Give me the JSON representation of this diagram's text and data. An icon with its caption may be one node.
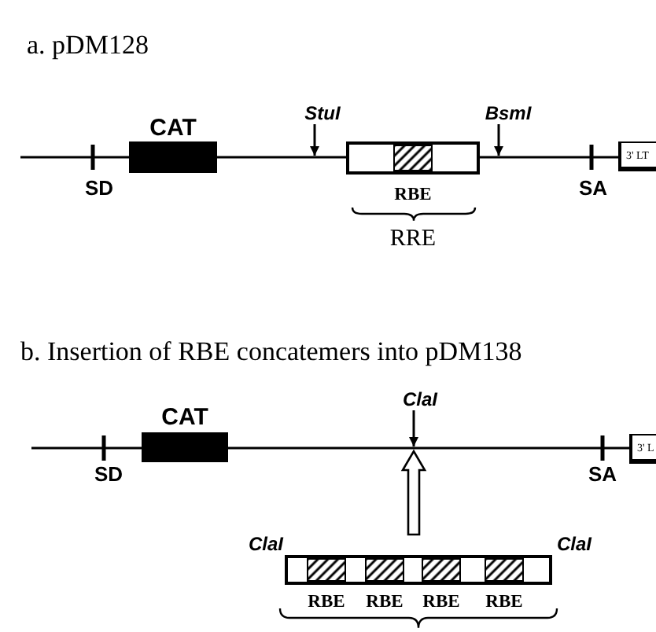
{
  "diagram": {
    "nodes": [
      {
        "text": [
          "CAT"
        ]
      },
      {
        "text": [
          "StuI"
        ]
      },
      {
        "text": [
          "RRE"
        ]
      },
      {
        "text": [
          "RBE"
        ],
        "in": 2
      },
      {
        "text": [
          "BsmI"
        ]
      },
      {
        "text": [
          "3' LT"
        ]
      },
      {
        "text": [
          "CAT"
        ]
      },
      {
        "text": [
          "ClaI"
        ]
      },
      {
        "text": [
          "3' L"
        ]
      },
      {
        "text": [],
        "shape": "box",
        "beside": [
          "ClaI",
          "ClaI"
        ]
      },
      {
        "text": [
          "RBE"
        ],
        "in": 9
      },
      {
        "text": [
          "RBE"
        ],
        "in": 9
      },
      {
        "text": [
          "RBE"
        ],
        "in": 9
      },
      {
        "text": [
          "RBE"
        ],
        "in": 9
      }
    ],
    "edges": [
      {
        "from": null,
        "to": 0,
        "arrow": "none"
      },
      {
        "from": 0,
        "to": 2,
        "arrow": "none"
      },
      {
        "from": 2,
        "to": 5,
        "arrow": "none"
      },
      {
        "from": 1,
        "to": null,
        "arrow": "to"
      },
      {
        "from": 4,
        "to": null,
        "arrow": "to"
      },
      {
        "from": null,
        "to": 6,
        "arrow": "none"
      },
      {
        "from": 6,
        "to": 8,
        "arrow": "none"
      },
      {
        "from": 7,
        "to": null,
        "arrow": "to"
      },
      {
        "from": 9,
        "to": null,
        "arrow": "to",
        "style": "thick"
      }
    ],
    "labels": [
      "a. pDM128",
      "SD",
      "SA",
      "b. Insertion of RBE concatemers into pDM138",
      "SD",
      "SA"
    ]
  }
}
